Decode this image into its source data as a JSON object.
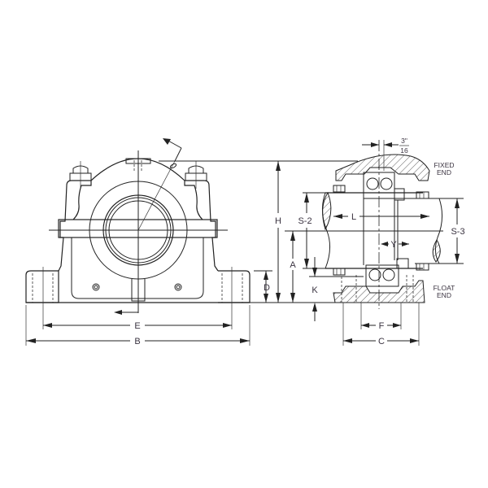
{
  "drawing": {
    "title": "Pillow block bearing housing dimension drawing",
    "views": [
      "front-view",
      "section-view"
    ],
    "line_color": "#222222",
    "label_color": "#3a3340"
  },
  "front_view": {
    "dimensions": {
      "E": "E",
      "B": "B",
      "D": "D",
      "H": "H",
      "A": "A"
    }
  },
  "section_view": {
    "dimensions": {
      "S2": "S-2",
      "S3": "S-3",
      "L": "L",
      "Y": "Y",
      "K": "K",
      "F": "F",
      "C": "C"
    },
    "offset_fraction": {
      "numerator": "3\"",
      "denominator": "16"
    },
    "notes": {
      "fixed_end_line1": "FIXED",
      "fixed_end_line2": "END",
      "float_end_line1": "FLOAT",
      "float_end_line2": "END"
    }
  }
}
